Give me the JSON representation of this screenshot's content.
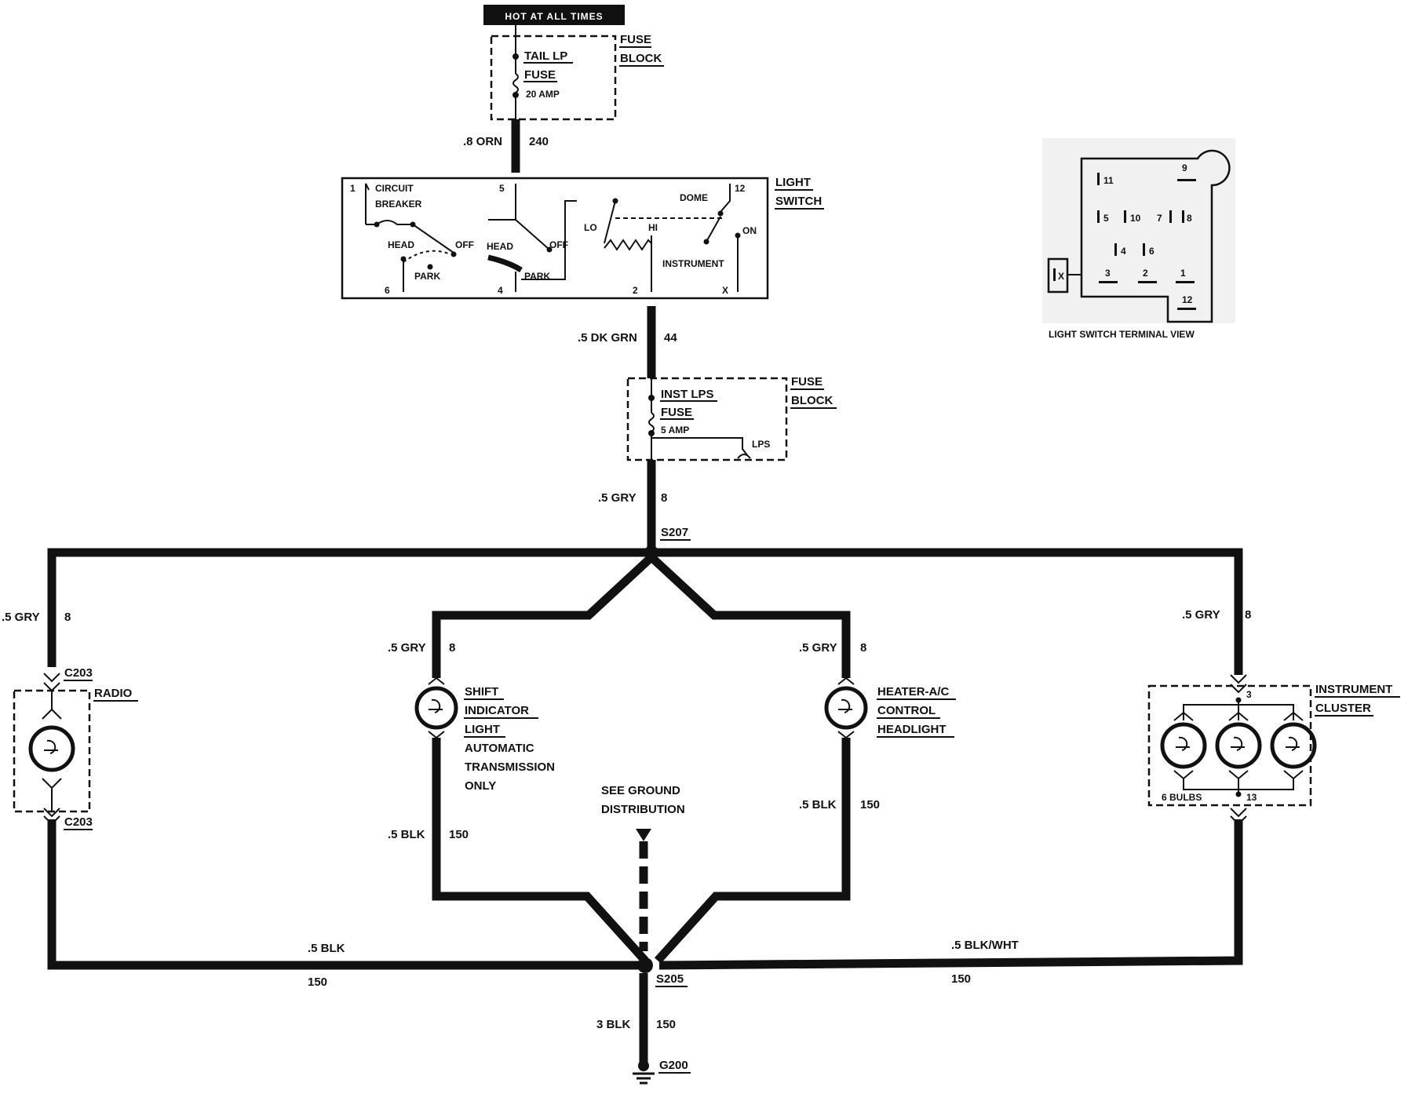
{
  "hot_banner": "HOT AT ALL TIMES",
  "fuse_block_top": {
    "label1": "FUSE",
    "label2": "BLOCK",
    "fuse_name": "TAIL LP",
    "fuse_word": "FUSE",
    "rating": "20 AMP"
  },
  "wire_orn": {
    "gauge": ".8 ORN",
    "circuit": "240"
  },
  "light_switch": {
    "title1": "LIGHT",
    "title2": "SWITCH",
    "circuit_breaker1": "CIRCUIT",
    "circuit_breaker2": "BREAKER",
    "head_left": "HEAD",
    "off_left": "OFF",
    "park_left": "PARK",
    "head_mid": "HEAD",
    "off_mid": "OFF",
    "park_mid": "PARK",
    "lo": "LO",
    "hi": "HI",
    "dome": "DOME",
    "on": "ON",
    "instrument": "INSTRUMENT",
    "t1": "1",
    "t5": "5",
    "t12": "12",
    "t6": "6",
    "t4": "4",
    "t2": "2",
    "tx": "X"
  },
  "wire_dkgrn": {
    "gauge": ".5 DK GRN",
    "circuit": "44"
  },
  "fuse_block_mid": {
    "label1": "FUSE",
    "label2": "BLOCK",
    "fuse_name": "INST LPS",
    "fuse_word": "FUSE",
    "rating": "5 AMP",
    "lps": "LPS"
  },
  "wire_gry_main": {
    "gauge": ".5 GRY",
    "circuit": "8"
  },
  "splice_top": "S207",
  "radio": {
    "label": "RADIO",
    "conn_top": "C203",
    "conn_bottom": "C203",
    "gauge": ".5 GRY",
    "circuit": "8"
  },
  "shift": {
    "line1": "SHIFT",
    "line2": "INDICATOR",
    "line3": "LIGHT",
    "line4": "AUTOMATIC",
    "line5": "TRANSMISSION",
    "line6": "ONLY",
    "gauge": ".5 GRY",
    "circuit": "8",
    "gnd_gauge": ".5 BLK",
    "gnd_circuit": "150"
  },
  "heater": {
    "line1": "HEATER-A/C",
    "line2": "CONTROL",
    "line3": "HEADLIGHT",
    "gauge": ".5 GRY",
    "circuit": "8",
    "gnd_gauge": ".5 BLK",
    "gnd_circuit": "150"
  },
  "cluster": {
    "label1": "INSTRUMENT",
    "label2": "CLUSTER",
    "gauge": ".5 GRY",
    "circuit": "8",
    "pin_top": "3",
    "pin_bottom": "13",
    "bulbs": "6 BULBS"
  },
  "ground_ref": {
    "line1": "SEE GROUND",
    "line2": "DISTRIBUTION"
  },
  "bottom_left_wire": {
    "gauge": ".5 BLK",
    "circuit": "150"
  },
  "bottom_right_wire": {
    "gauge": ".5 BLK/WHT",
    "circuit": "150"
  },
  "splice_bottom": "S205",
  "ground_wire": {
    "gauge": "3 BLK",
    "circuit": "150"
  },
  "ground": "G200",
  "terminal_view": {
    "title": "LIGHT SWITCH TERMINAL VIEW",
    "pins": [
      "11",
      "9",
      "5",
      "10",
      "7",
      "8",
      "4",
      "6",
      "3",
      "2",
      "1",
      "12",
      "X"
    ]
  }
}
